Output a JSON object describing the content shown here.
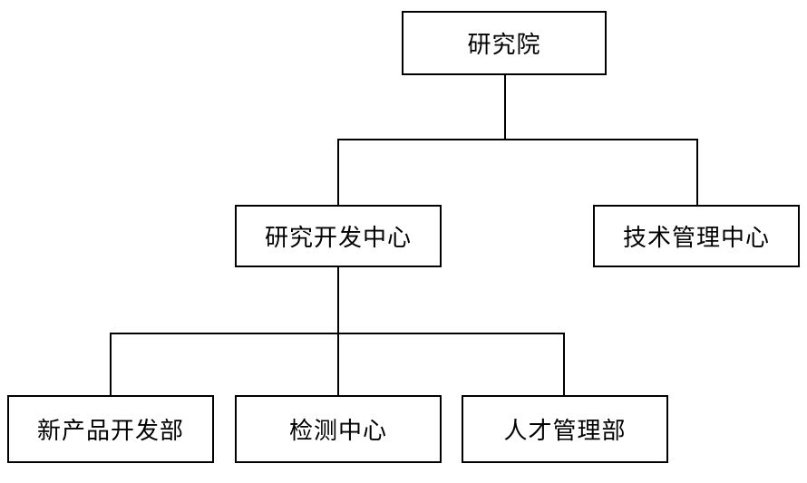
{
  "org_chart": {
    "root": {
      "label": "研究院"
    },
    "level2": [
      {
        "label": "研究开发中心"
      },
      {
        "label": "技术管理中心"
      }
    ],
    "level3": [
      {
        "label": "新产品开发部"
      },
      {
        "label": "检测中心"
      },
      {
        "label": "人才管理部"
      }
    ]
  }
}
